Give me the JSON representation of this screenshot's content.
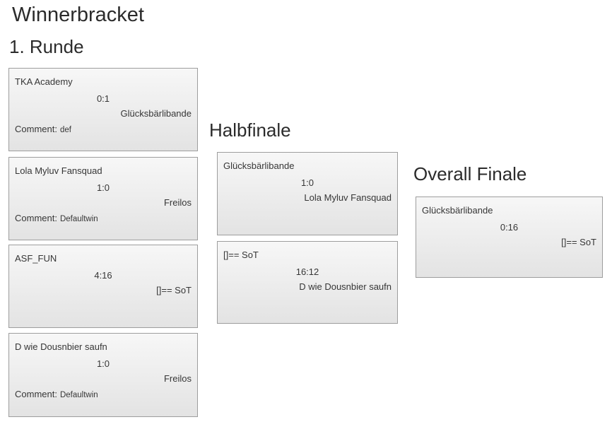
{
  "bracket": {
    "title": "Winnerbracket",
    "rounds": [
      {
        "name": "1. Runde",
        "matches": [
          {
            "team1": "TKA Academy",
            "score": "0:1",
            "team2": "Glücksbärlibande",
            "comment_label": "Comment:",
            "comment": "def"
          },
          {
            "team1": "Lola Myluv Fansquad",
            "score": "1:0",
            "team2": "Freilos",
            "comment_label": "Comment:",
            "comment": "Defaultwin"
          },
          {
            "team1": "ASF_FUN",
            "score": "4:16",
            "team2": "[]== SoT"
          },
          {
            "team1": "D wie Dousnbier saufn",
            "score": "1:0",
            "team2": "Freilos",
            "comment_label": "Comment:",
            "comment": "Defaultwin"
          }
        ]
      },
      {
        "name": "Halbfinale",
        "matches": [
          {
            "team1": "Glücksbärlibande",
            "score": "1:0",
            "team2": "Lola Myluv Fansquad"
          },
          {
            "team1": "[]== SoT",
            "score": "16:12",
            "team2": "D wie Dousnbier saufn"
          }
        ]
      },
      {
        "name": "Overall Finale",
        "matches": [
          {
            "team1": "Glücksbärlibande",
            "score": "0:16",
            "team2": "[]== SoT"
          }
        ]
      }
    ],
    "colors": {
      "background": "#ffffff",
      "heading": "#2b2b2b",
      "text": "#363636",
      "card_border": "#9d9d9d",
      "card_bg_top": "#f7f7f7",
      "card_bg_bottom": "#e3e3e3"
    }
  }
}
